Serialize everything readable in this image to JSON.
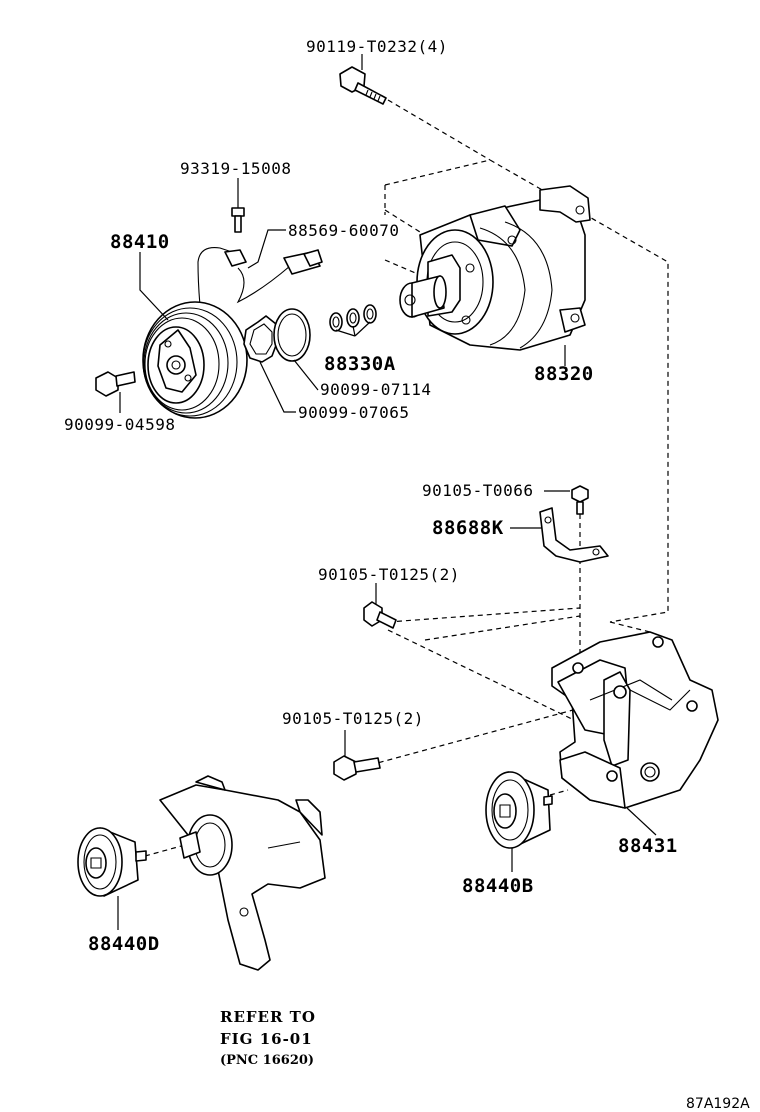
{
  "parts": {
    "bolt_top": "90119-T0232(4)",
    "screw_small": "93319-15008",
    "connector": "88569-60070",
    "clutch": "88410",
    "shims": "88330A",
    "snap_ring_outer": "90099-07114",
    "snap_ring_inner": "90099-07065",
    "clutch_bolt": "90099-04598",
    "compressor": "88320",
    "bracket_bolt": "90105-T0066",
    "clamp_bracket": "88688K",
    "bolt_mid_upper": "90105-T0125(2)",
    "bolt_mid_lower": "90105-T0125(2)",
    "idler_right": "88440B",
    "bracket_main": "88431",
    "idler_left": "88440D"
  },
  "reference": {
    "line1": "REFER TO",
    "line2": "FIG 16-01",
    "line3": "(PNC 16620)"
  },
  "figure_code": "87A192A"
}
